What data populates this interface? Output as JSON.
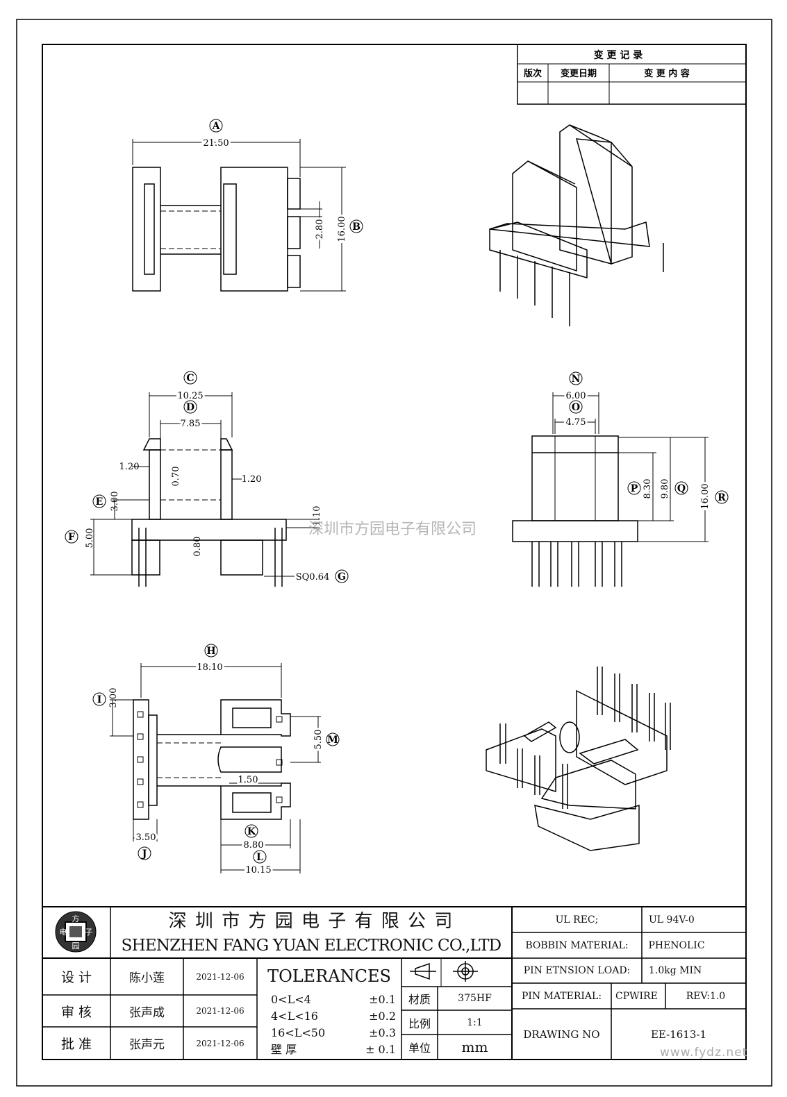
{
  "revision_block": {
    "title": "变 更 记 录",
    "col_version": "版次",
    "col_date": "变更日期",
    "col_content": "变 更 内 容"
  },
  "dimensions": {
    "a": "21.50",
    "b": "16.00",
    "b_gap": "2.80",
    "c": "10.25",
    "d": "7.85",
    "wall_left": "1.20",
    "wall_right": "1.20",
    "d_gap": "0.70",
    "e": "3.00",
    "f": "5.00",
    "g": "SQ0.64",
    "base_gap": "0.80",
    "pin_step": "1.10",
    "n": "6.00",
    "o": "4.75",
    "p": "8.30",
    "q": "9.80",
    "r": "16.00",
    "h": "18.10",
    "i": "3.00",
    "m": "5.50",
    "slot": "1.50",
    "j": "3.50",
    "k": "8.80",
    "l": "10.15"
  },
  "labels": {
    "a": "A",
    "b": "B",
    "c": "C",
    "d": "D",
    "e": "E",
    "f": "F",
    "g": "G",
    "h": "H",
    "i": "I",
    "j": "J",
    "k": "K",
    "l": "L",
    "m": "M",
    "n": "N",
    "o": "O",
    "p": "P",
    "q": "Q",
    "r": "R"
  },
  "watermark": "深圳市方园电子有限公司",
  "title_block": {
    "logo_chars": [
      "方",
      "电",
      "子",
      "园"
    ],
    "company_cn": "深 圳 市 方 园 电 子 有 限 公 司",
    "company_en": "SHENZHEN FANG YUAN ELECTRONIC CO.,LTD",
    "design_label": "设  计",
    "design_name": "陈小莲",
    "design_date": "2021-12-06",
    "review_label": "审  核",
    "review_name": "张声成",
    "review_date": "2021-12-06",
    "approve_label": "批  准",
    "approve_name": "张声元",
    "approve_date": "2021-12-06",
    "tolerances_title": "TOLERANCES",
    "tol_rows": [
      {
        "range": "0<L<4",
        "value": "±0.1"
      },
      {
        "range": "4<L<16",
        "value": "±0.2"
      },
      {
        "range": "16<L<50",
        "value": "±0.3"
      },
      {
        "range": "壁  厚",
        "value": "±  0.1"
      }
    ],
    "material_label": "材质",
    "material_value": "375HF",
    "scale_label": "比例",
    "scale_value": "1:1",
    "unit_label": "单位",
    "unit_value": "mm",
    "ul_rec_label": "UL REC;",
    "ul_rec_value": "UL  94V-0",
    "bobbin_label": "BOBBIN MATERIAL:",
    "bobbin_value": "PHENOLIC",
    "pin_load_label": "PIN ETNSION LOAD:",
    "pin_load_value": "1.0kg MIN",
    "pin_material_label": "PIN MATERIAL:",
    "pin_material_value": "CPWIRE",
    "rev": "REV:1.0",
    "drawing_no_label": "DRAWING NO",
    "drawing_no_value": "EE-1613-1",
    "website": "www.fydz.net"
  }
}
